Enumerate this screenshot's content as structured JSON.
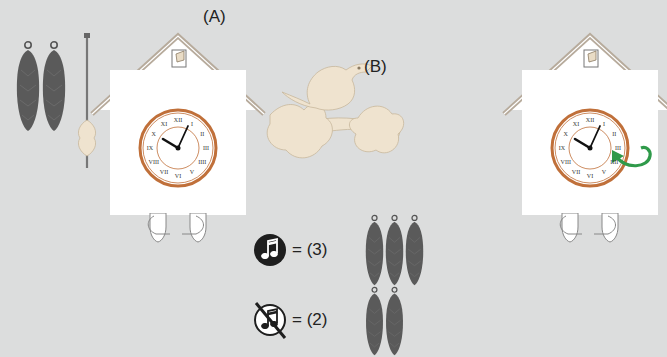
{
  "diagram": {
    "labels": [
      "(A)",
      "(B)",
      "= (3)",
      "= (2)",
      "XII",
      "I",
      "II",
      "III",
      "IIII",
      "V",
      "VI",
      "VII",
      "VIII",
      "IX",
      "X",
      "XI",
      "XII",
      "I",
      "II",
      "III",
      "IIII",
      "V",
      "VI",
      "VII",
      "VIII",
      "IX",
      "X",
      "XI"
    ]
  }
}
